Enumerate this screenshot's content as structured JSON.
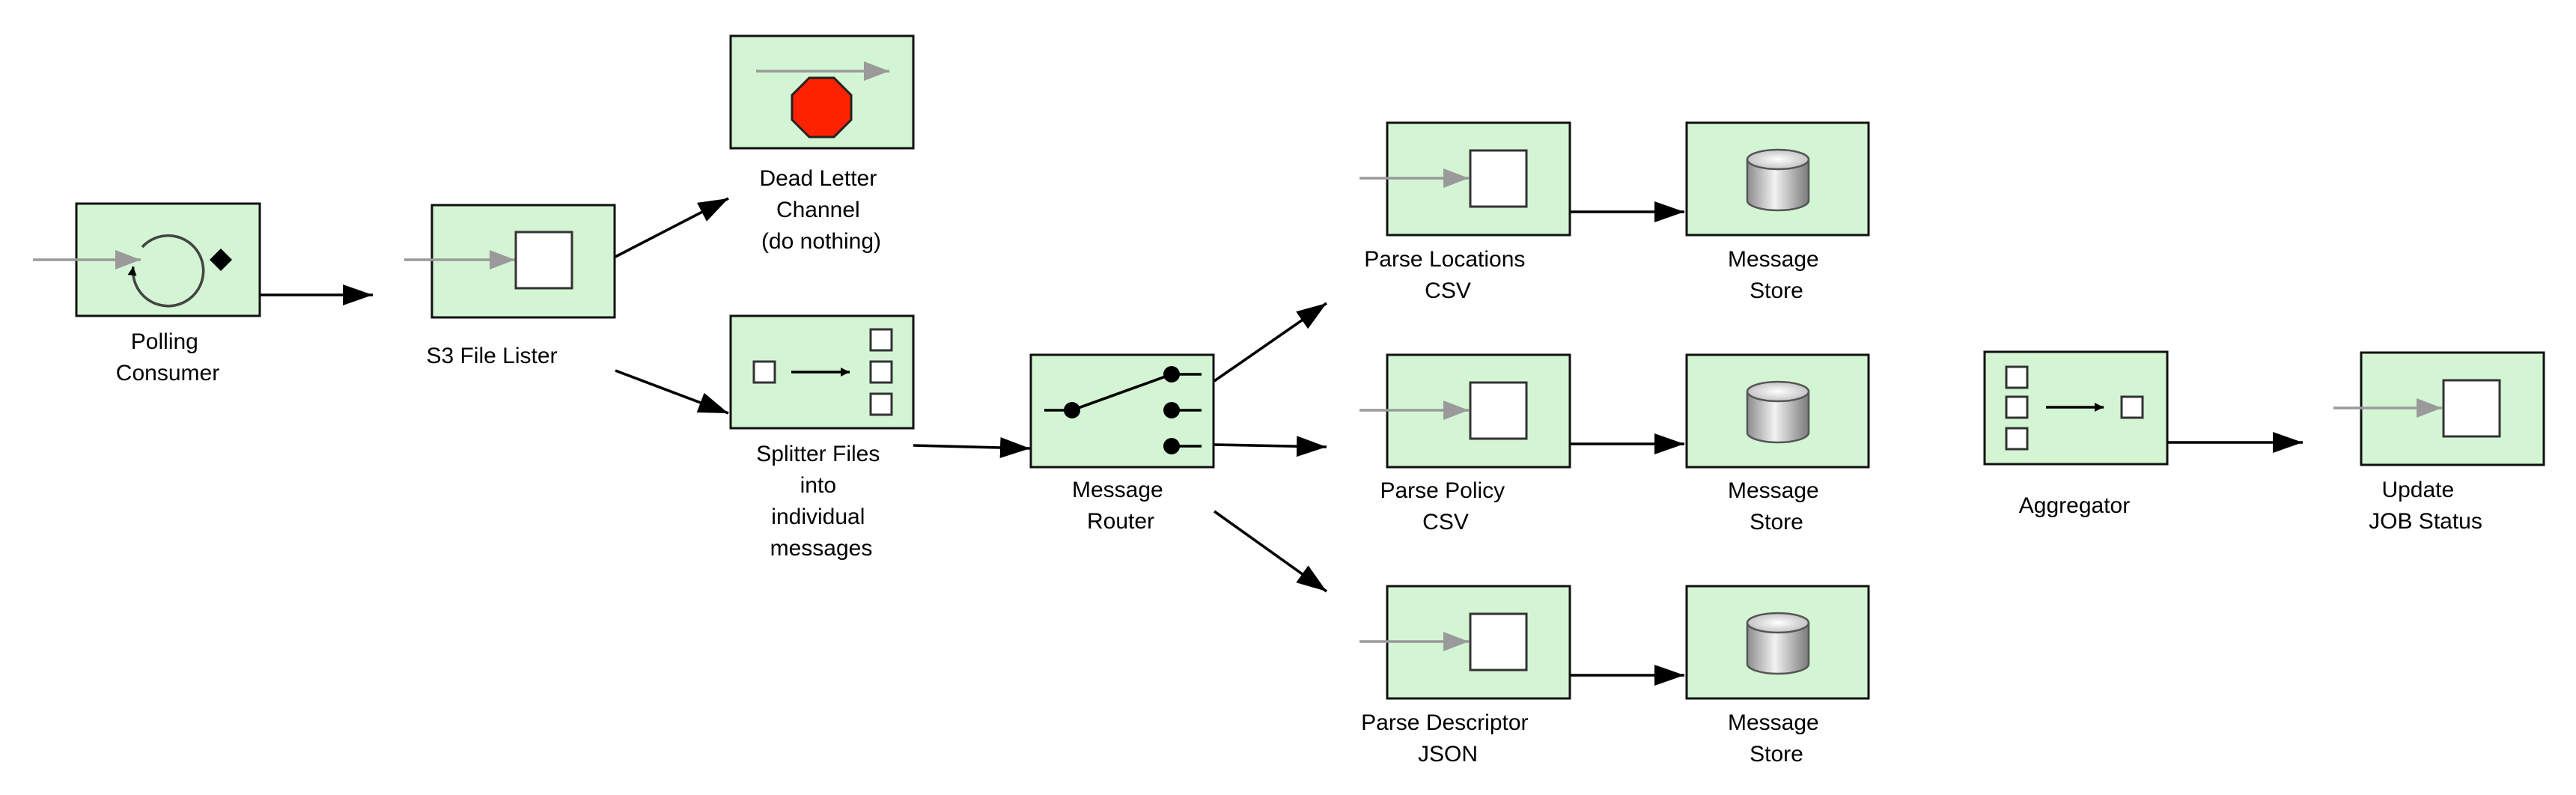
{
  "colors": {
    "node_fill": "#d4f5d4",
    "node_border": "#111111",
    "edge": "#000000",
    "grey_arrow": "#9a9a9a",
    "stop_sign": "#ff2200"
  },
  "nodes": {
    "polling_consumer": {
      "icon": "polling-consumer-icon",
      "label": [
        "Polling",
        "Consumer"
      ]
    },
    "s3_file_lister": {
      "icon": "endpoint-icon",
      "label": [
        "S3 File Lister"
      ]
    },
    "dead_letter_channel": {
      "icon": "dead-letter-icon",
      "label": [
        "Dead Letter",
        "Channel",
        "(do nothing)"
      ]
    },
    "splitter": {
      "icon": "splitter-icon",
      "label": [
        "Splitter Files",
        "into",
        "individual",
        "messages"
      ]
    },
    "message_router": {
      "icon": "router-icon",
      "label": [
        "Message",
        "Router"
      ]
    },
    "parse_locations": {
      "icon": "endpoint-icon",
      "label": [
        "Parse Locations",
        "CSV"
      ]
    },
    "parse_policy": {
      "icon": "endpoint-icon",
      "label": [
        "Parse Policy",
        "CSV"
      ]
    },
    "parse_descriptor": {
      "icon": "endpoint-icon",
      "label": [
        "Parse Descriptor",
        "JSON"
      ]
    },
    "message_store_1": {
      "icon": "database-icon",
      "label": [
        "Message",
        "Store"
      ]
    },
    "message_store_2": {
      "icon": "database-icon",
      "label": [
        "Message",
        "Store"
      ]
    },
    "message_store_3": {
      "icon": "database-icon",
      "label": [
        "Message",
        "Store"
      ]
    },
    "aggregator": {
      "icon": "aggregator-icon",
      "label": [
        "Aggregator"
      ]
    },
    "update_job_status": {
      "icon": "endpoint-icon",
      "label": [
        "Update",
        "JOB Status"
      ]
    }
  }
}
